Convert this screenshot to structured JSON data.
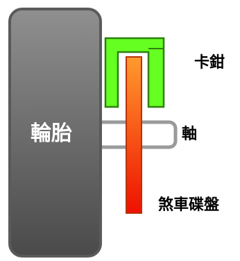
{
  "diagram": {
    "labels": {
      "tire": "輪胎",
      "caliper": "卡鉗",
      "axle": "軸",
      "brake_disc": "煞車碟盤"
    },
    "colors": {
      "tire_top": "#8f8f8f",
      "tire_bottom": "#4a4a4a",
      "tire_outline": "#5a5a5a",
      "caliper_fill": "#66ff22",
      "caliper_outline": "#2f7f10",
      "axle_fill": "#ffffff",
      "axle_outline": "#9a9a9a",
      "disc_top": "#ff9a2e",
      "disc_bottom": "#ee1100",
      "disc_outline": "#b83200"
    }
  }
}
